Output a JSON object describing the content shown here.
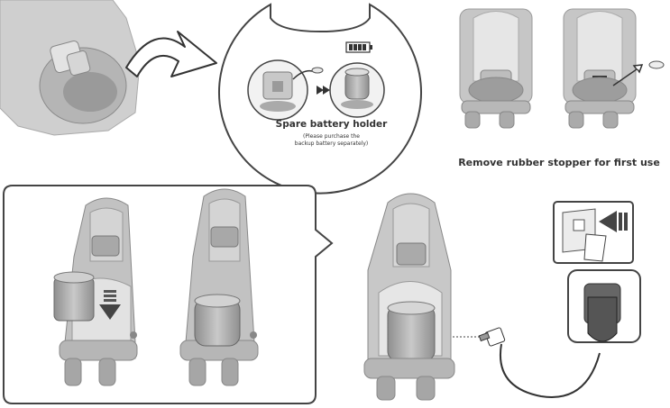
{
  "holder_panel": {
    "title": "Spare battery holder",
    "note_line1": "(Please purchase the",
    "note_line2": "backup battery separately)",
    "battery_indicator": "battery-level-icon"
  },
  "stopper_panel": {
    "caption": "Remove rubber stopper for first use"
  },
  "icons": [
    "curved-arrow-icon",
    "double-arrow-icon",
    "down-arrow-icon",
    "plug-insert-arrow-icon",
    "battery-level-icon"
  ]
}
